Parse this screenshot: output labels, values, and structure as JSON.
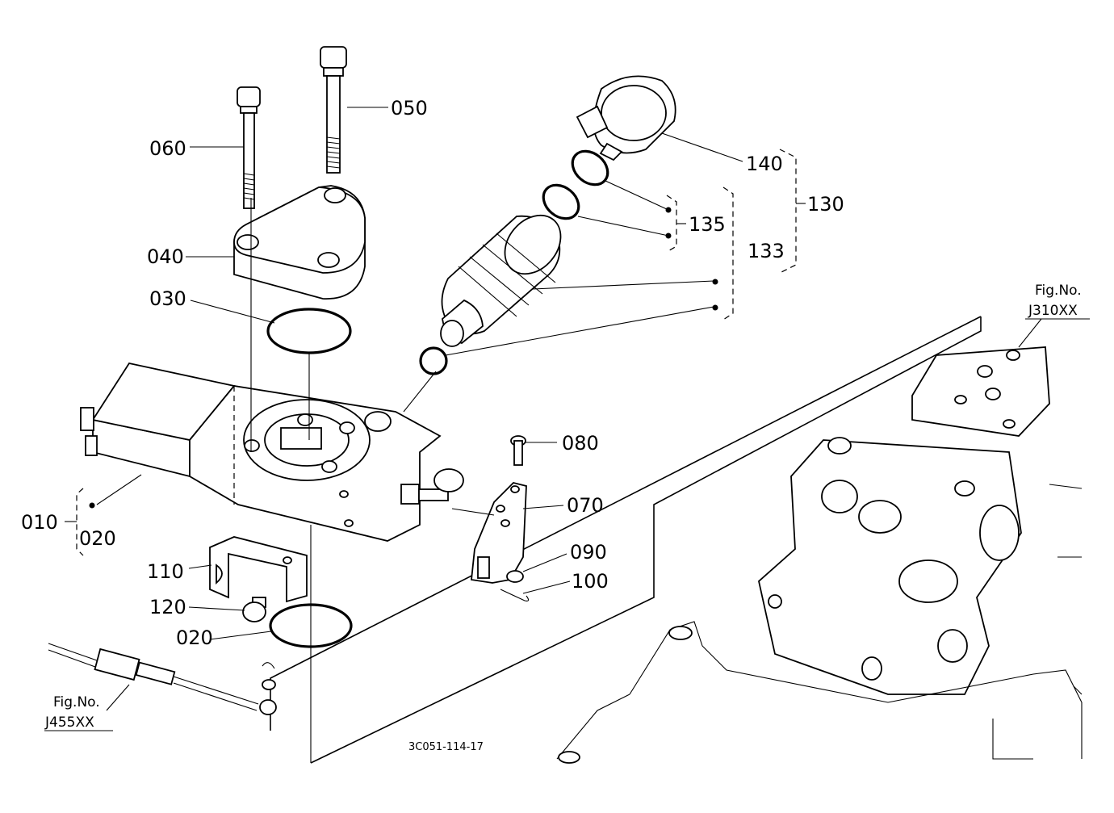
{
  "labels": {
    "p010": "010",
    "p020a": "020",
    "p020b": "020",
    "p030": "030",
    "p040": "040",
    "p050": "050",
    "p060": "060",
    "p070": "070",
    "p080": "080",
    "p090": "090",
    "p100": "100",
    "p110": "110",
    "p120": "120",
    "p130": "130",
    "p133": "133",
    "p135": "135",
    "p140": "140"
  },
  "figrefs": {
    "j310": {
      "line1": "Fig.No.",
      "line2": "J310XX"
    },
    "j455": {
      "line1": "Fig.No.",
      "line2": "J455XX"
    }
  },
  "drawing_code": "3C051-114-17"
}
